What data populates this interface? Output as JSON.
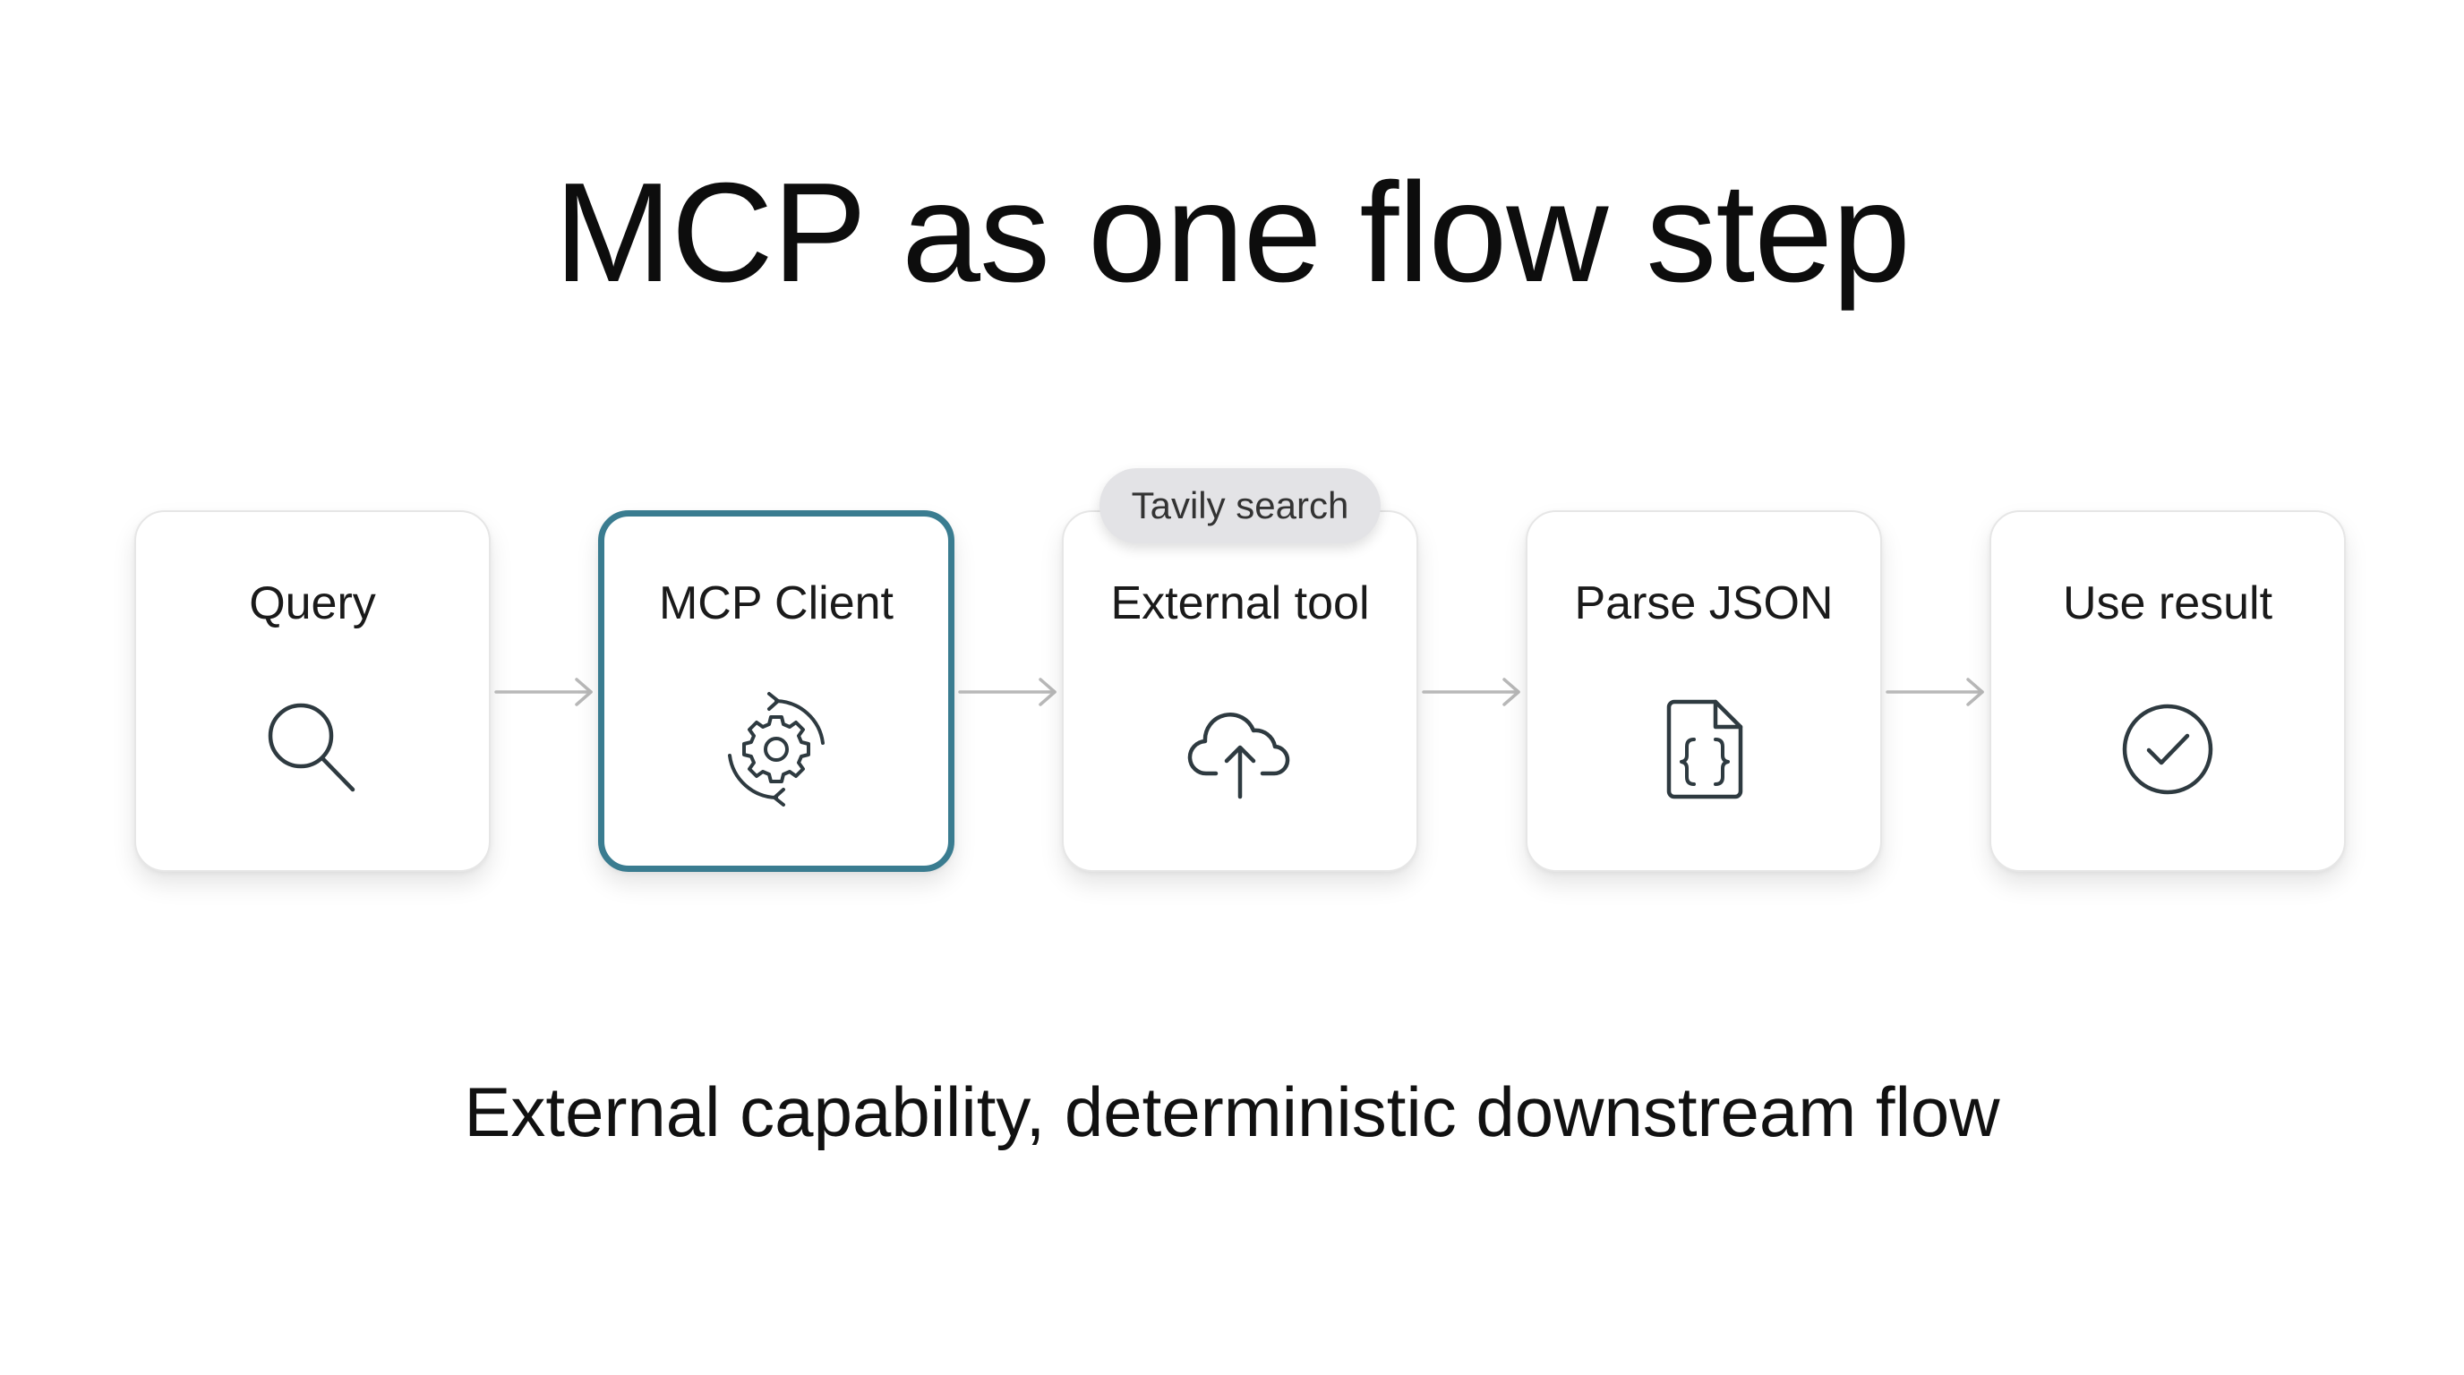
{
  "title": "MCP as one flow step",
  "subtitle": "External capability, deterministic downstream flow",
  "steps": [
    {
      "label": "Query",
      "icon": "search-icon",
      "highlighted": false
    },
    {
      "label": "MCP Client",
      "icon": "gear-sync-icon",
      "highlighted": true
    },
    {
      "label": "External tool",
      "icon": "cloud-upload-icon",
      "highlighted": false,
      "badge": "Tavily search"
    },
    {
      "label": "Parse JSON",
      "icon": "json-file-icon",
      "highlighted": false
    },
    {
      "label": "Use result",
      "icon": "check-circle-icon",
      "highlighted": false
    }
  ],
  "colors": {
    "highlight_border": "#3a7c90",
    "icon_stroke": "#2e3a40",
    "arrow": "#b8b8b8",
    "badge_bg": "#e3e3e6"
  }
}
